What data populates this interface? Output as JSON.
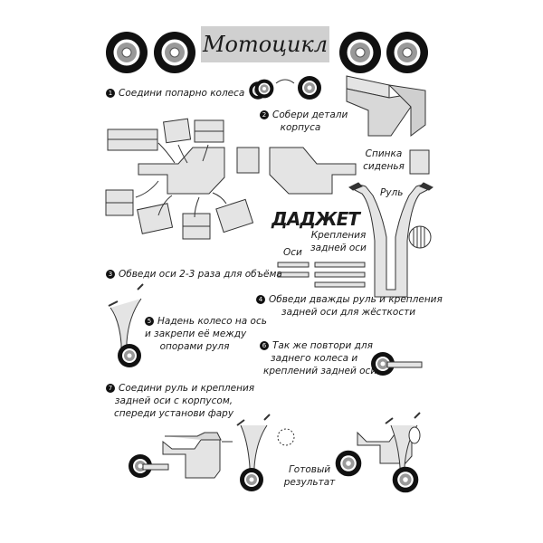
{
  "title": "Мотоцикл",
  "brand": "ДАДЖЕТ",
  "steps": [
    {
      "num": "1",
      "text": "Соедини попарно колеса"
    },
    {
      "num": "2",
      "text_lines": [
        "Собери детали",
        "корпуса"
      ]
    },
    {
      "num": "3",
      "text": "Обведи оси 2-3 раза для объёма"
    },
    {
      "num": "4",
      "text_lines": [
        "Обведи дважды руль и крепления",
        "задней оси для жёсткости"
      ]
    },
    {
      "num": "5",
      "text_lines": [
        "Надень колесо на ось",
        "и закрепи её между",
        "опорами руля"
      ]
    },
    {
      "num": "6",
      "text_lines": [
        "Так же повтори для",
        "заднего колеса и",
        "креплений задней оси"
      ]
    },
    {
      "num": "7",
      "text_lines": [
        "Соедини руль и крепления",
        "задней оси с корпусом,",
        "спереди установи фару"
      ]
    }
  ],
  "labels": {
    "seat_back": [
      "Спинка",
      "сиденья"
    ],
    "handlebar": "Руль",
    "axles": "Оси",
    "rear_axle_mounts": [
      "Крепления",
      "задней оси"
    ],
    "result": [
      "Готовый",
      "результат"
    ]
  },
  "colors": {
    "part_fill": "#e4e4e4",
    "outline": "#333333",
    "title_bg": "#d0d0d0",
    "tire": "#111111"
  }
}
